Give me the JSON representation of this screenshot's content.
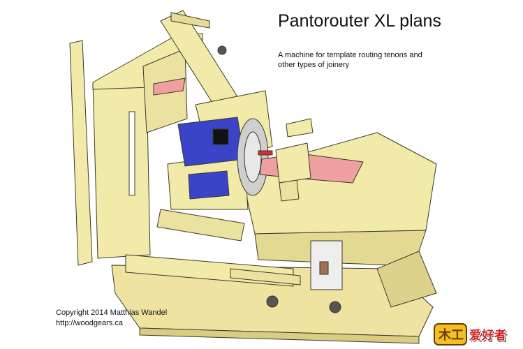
{
  "title": "Pantorouter XL plans",
  "subtitle": "A machine for template routing tenons and other types of joinery",
  "copyright": {
    "line1": "Copyright 2014 Matthias Wandel",
    "line2": "http://woodgears.ca"
  },
  "watermark": {
    "text": "爱好者",
    "logo": "木工"
  },
  "colors": {
    "wood": "#f2eaa8",
    "wood_dark": "#d8cd80",
    "outline": "#3a3a2a",
    "router_blue": "#3b43c9",
    "router_blue_dark": "#22288a",
    "pink": "#f0a0a0",
    "blade": "#cfcfcf"
  }
}
